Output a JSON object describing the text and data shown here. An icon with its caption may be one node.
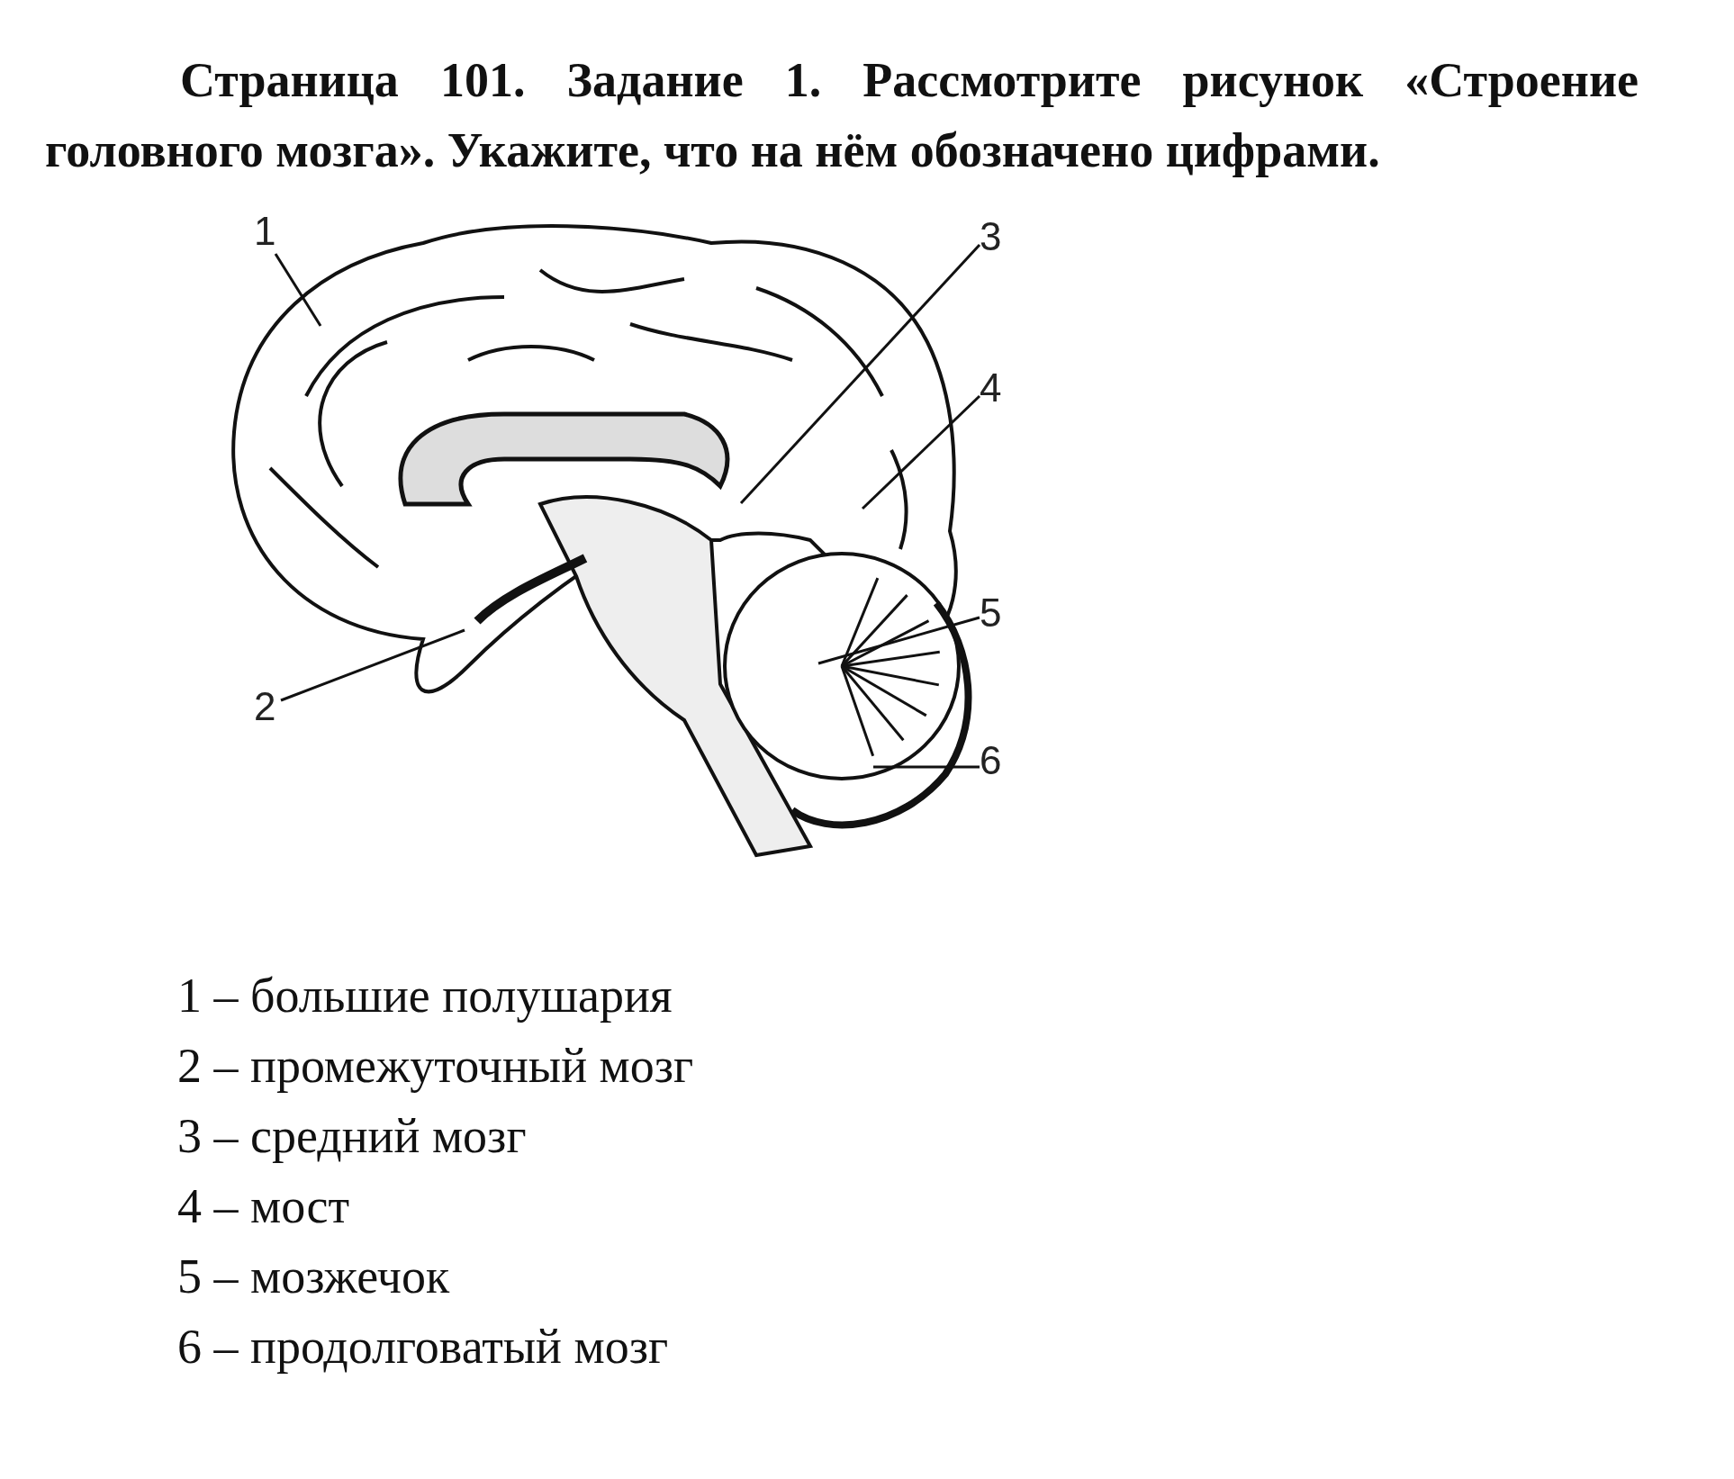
{
  "diagram": {
    "title": "Страница 101. Задание 1. Рассмотрите рисунок «Строение головного мозга». Укажите, что на нём обозначено цифрами.",
    "nodes": [
      {
        "text": [
          "1"
        ]
      },
      {
        "text": [
          "2"
        ]
      },
      {
        "text": [
          "3"
        ]
      },
      {
        "text": [
          "4"
        ]
      },
      {
        "text": [
          "5"
        ]
      },
      {
        "text": [
          "6"
        ]
      }
    ],
    "edges": [
      {
        "from": 0,
        "to": null,
        "arrow": "none"
      },
      {
        "from": 1,
        "to": null,
        "arrow": "none"
      },
      {
        "from": 2,
        "to": null,
        "arrow": "none"
      },
      {
        "from": 3,
        "to": null,
        "arrow": "none"
      },
      {
        "from": 4,
        "to": null,
        "arrow": "none"
      },
      {
        "from": 5,
        "to": null,
        "arrow": "none"
      }
    ],
    "labels": [
      "1 – большие полушария",
      "2 – промежуточный мозг",
      "3 – средний мозг",
      "4 – мост",
      "5 – мозжечок",
      "6 – продолговатый мозг"
    ]
  }
}
